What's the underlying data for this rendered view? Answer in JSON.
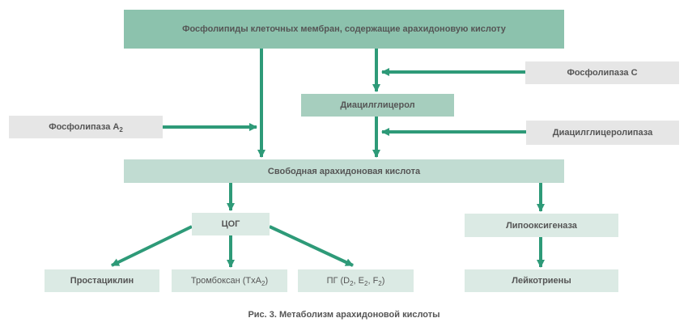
{
  "colors": {
    "arrow": "#2e9a78",
    "box_dark": "#8cc2ad",
    "box_mid": "#a6cebe",
    "box_light": "#c1dcd2",
    "box_pale": "#dbeae4",
    "enzyme_box": "#e6e6e6",
    "text": "#555555"
  },
  "nodes": {
    "membrane_phospholipids": "Фосфолипиды клеточных мембран, содержащие арахидоновую кислоту",
    "phospholipase_c": "Фосфолипаза С",
    "diacylglycerol": "Диацилглицерол",
    "phospholipase_a2": {
      "text": "Фосфолипаза A",
      "sub": "2"
    },
    "diacylglycerol_lipase": "Диацилглицеролипаза",
    "free_arachidonic_acid": "Свободная арахидоновая кислота",
    "cox": "ЦОГ",
    "lipoxygenase": "Липооксигеназа",
    "prostacyclin": "Простациклин",
    "thromboxane": {
      "text": "Тромбоксан (TxA",
      "sub": "2",
      "tail": ")"
    },
    "prostaglandins": {
      "p1": "ПГ (D",
      "s1": "2",
      "p2": ", E",
      "s2": "2",
      "p3": ", F",
      "s3": "2",
      "p4": ")"
    },
    "leukotrienes": "Лейкотриены"
  },
  "edges": [
    {
      "from": "membrane_phospholipids",
      "to": "free_arachidonic_acid"
    },
    {
      "from": "membrane_phospholipids",
      "to": "diacylglycerol"
    },
    {
      "from": "phospholipase_c",
      "to": "membrane_to_diacylglycerol_path"
    },
    {
      "from": "phospholipase_a2",
      "to": "membrane_to_free_acid_path"
    },
    {
      "from": "diacylglycerol",
      "to": "free_arachidonic_acid"
    },
    {
      "from": "diacylglycerol_lipase",
      "to": "diacylglycerol_to_free_acid_path"
    },
    {
      "from": "free_arachidonic_acid",
      "to": "cox"
    },
    {
      "from": "free_arachidonic_acid",
      "to": "lipoxygenase"
    },
    {
      "from": "cox",
      "to": "prostacyclin"
    },
    {
      "from": "cox",
      "to": "thromboxane"
    },
    {
      "from": "cox",
      "to": "prostaglandins"
    },
    {
      "from": "lipoxygenase",
      "to": "leukotrienes"
    }
  ],
  "caption": "Рис. 3. Метаболизм арахидоновой кислоты"
}
